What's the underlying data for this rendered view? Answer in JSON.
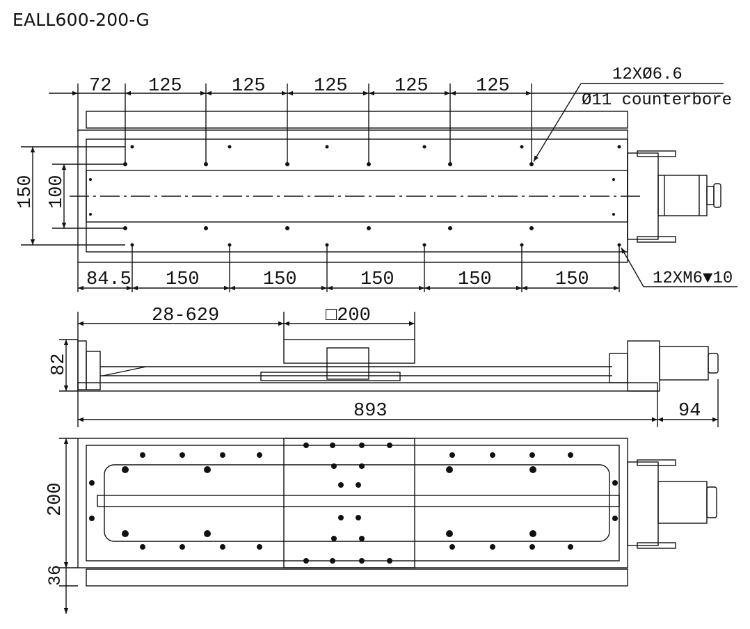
{
  "title": "EALL600-200-G",
  "top_view": {
    "top_dims": [
      "72",
      "125",
      "125",
      "125",
      "125",
      "125"
    ],
    "bottom_dims": [
      "84.5",
      "150",
      "150",
      "150",
      "150",
      "150"
    ],
    "left_dims": [
      "150",
      "100"
    ],
    "note_holes_line1": "12XØ6.6",
    "note_holes_line2": "Ø11 counterbore",
    "note_threads": "12XM6▼10"
  },
  "side_view": {
    "stroke_dim": "28-629",
    "table_dim": "□200",
    "height_dim": "82",
    "length_dim": "893",
    "motor_dim": "94"
  },
  "bottom_view": {
    "width_dim": "200",
    "cover_dim": "36"
  }
}
